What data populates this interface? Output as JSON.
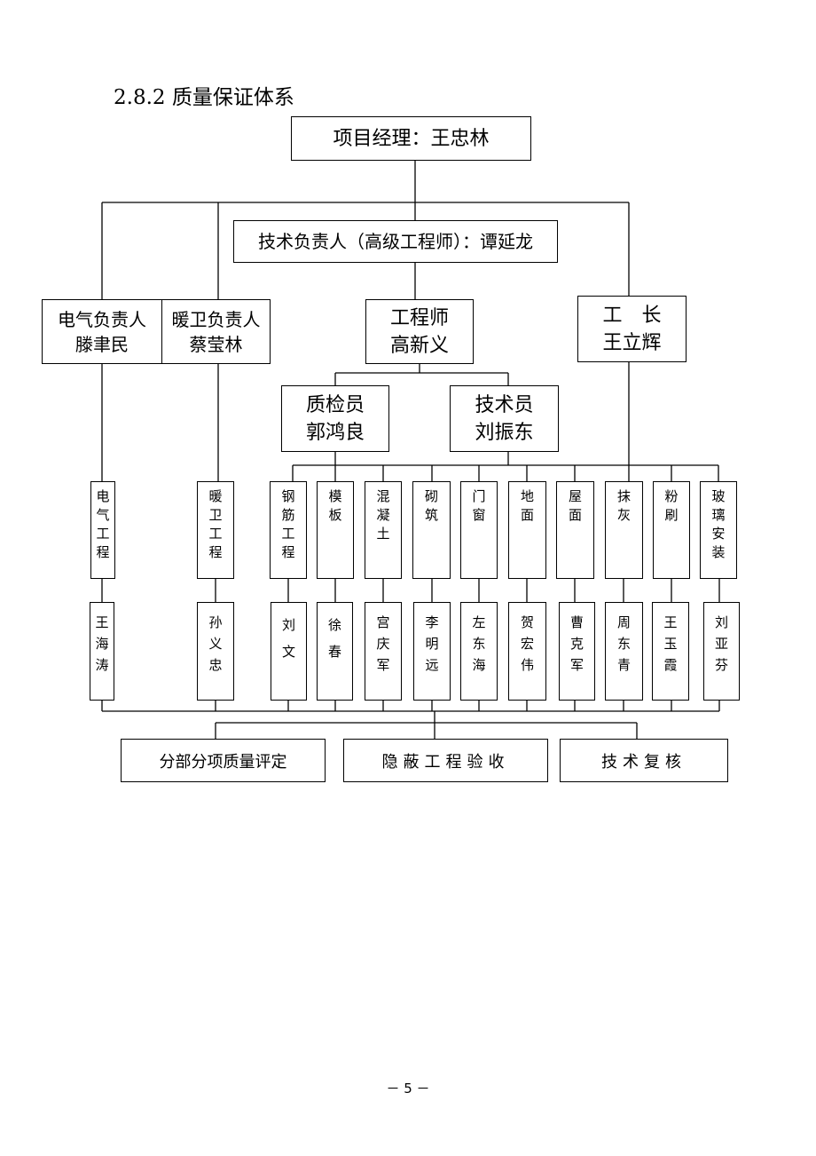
{
  "heading": "2.8.2 质量保证体系",
  "pm": "项目经理：王忠林",
  "tech_lead": "技术负责人（高级工程师）：谭延龙",
  "elec_lead": [
    "电气负责人",
    "滕聿民"
  ],
  "heat_lead": [
    "暖卫负责人",
    "蔡莹林"
  ],
  "engineer": [
    "工程师",
    "高新义"
  ],
  "foreman": [
    "工　长",
    "王立辉"
  ],
  "inspector": [
    "质检员",
    "郭鸿良"
  ],
  "technician": [
    "技术员",
    "刘振东"
  ],
  "trades": [
    {
      "name": "电气工程",
      "person": "王海涛"
    },
    {
      "name": "暖卫工程",
      "person": "孙 义忠"
    },
    {
      "name": "钢筋工程",
      "person": "刘 文"
    },
    {
      "name": "模板",
      "person": "徐 春"
    },
    {
      "name": "混凝土",
      "person": "宫庆军"
    },
    {
      "name": "砌筑",
      "person": "李明远"
    },
    {
      "name": "门窗",
      "person": "左东海"
    },
    {
      "name": "地面",
      "person": "贺宏伟"
    },
    {
      "name": "屋面",
      "person": "曹克军"
    },
    {
      "name": "抹灰",
      "person": "周东青"
    },
    {
      "name": "粉刷",
      "person": "王玉霞"
    },
    {
      "name": "玻璃安装",
      "person": "刘亚芬"
    }
  ],
  "outcomes": [
    "分部分项质量评定",
    "隐蔽工程验收",
    "技术复核"
  ],
  "page_number": "－ 5 －"
}
